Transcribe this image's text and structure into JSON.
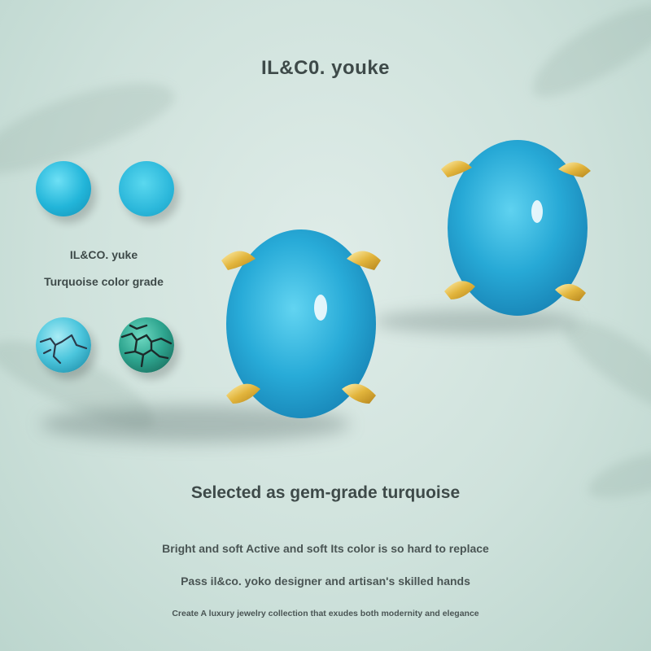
{
  "brand_title": "IL&C0. youke",
  "grade_panel": {
    "brand": "IL&CO. yuke",
    "label": "Turquoise color grade"
  },
  "headline": "Selected as gem-grade turquoise",
  "description": {
    "line1": "Bright and soft Active and soft Its color is so hard to replace",
    "line2": "Pass il&co. yoko designer and artisan's skilled hands",
    "line3": "Create A luxury jewelry collection that exudes both modernity and elegance"
  },
  "colors": {
    "turquoise": "#2fb6da",
    "gold": "#e0b23a",
    "text": "#3e4a49"
  }
}
